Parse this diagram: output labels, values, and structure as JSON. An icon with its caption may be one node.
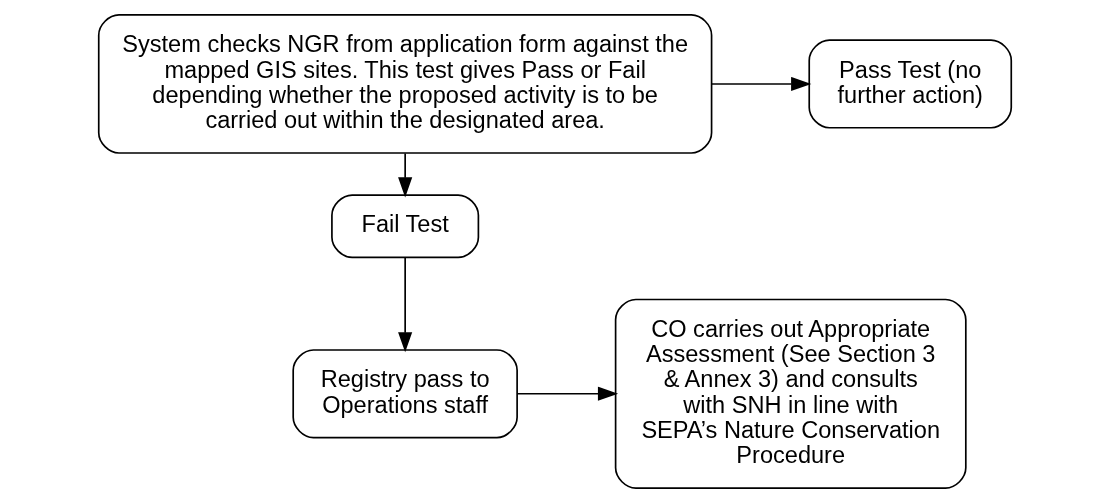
{
  "diagram": {
    "nodes": [
      {
        "text": [
          "System checks NGR from application form against the mapped GIS sites. This test gives Pass or Fail depending whether the proposed activity is to be carried out within the designated area."
        ]
      },
      {
        "text": [
          "Pass Test (no further action)"
        ]
      },
      {
        "text": [
          "Fail Test"
        ]
      },
      {
        "text": [
          "Registry pass to Operations staff"
        ]
      },
      {
        "text": [
          "CO carries out Appropriate Assessment (See Section 3 & Annex 3) and consults with SNH in line with SEPA’s Nature Conservation Procedure"
        ]
      }
    ],
    "edges": [
      {
        "from": 0,
        "to": 1,
        "arrow": "to"
      },
      {
        "from": 0,
        "to": 2,
        "arrow": "to"
      },
      {
        "from": 2,
        "to": 3,
        "arrow": "to"
      },
      {
        "from": 3,
        "to": 4,
        "arrow": "to"
      }
    ]
  }
}
